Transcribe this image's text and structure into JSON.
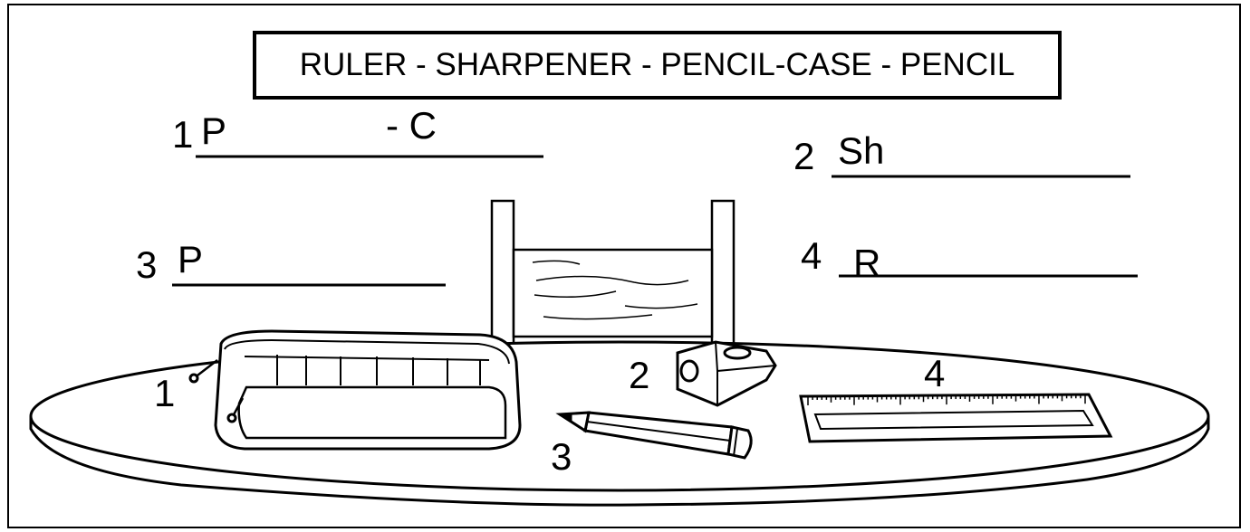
{
  "word_bank": {
    "text": "RULER - SHARPENER - PENCIL-CASE - PENCIL"
  },
  "answers": [
    {
      "number": "1",
      "hint": "P",
      "hint_extra": "- C"
    },
    {
      "number": "2",
      "hint": "Sh"
    },
    {
      "number": "3",
      "hint": "P"
    },
    {
      "number": "4",
      "hint": "R"
    }
  ],
  "picture_labels": {
    "pencil_case": "1",
    "sharpener": "2",
    "pencil": "3",
    "ruler": "4"
  }
}
